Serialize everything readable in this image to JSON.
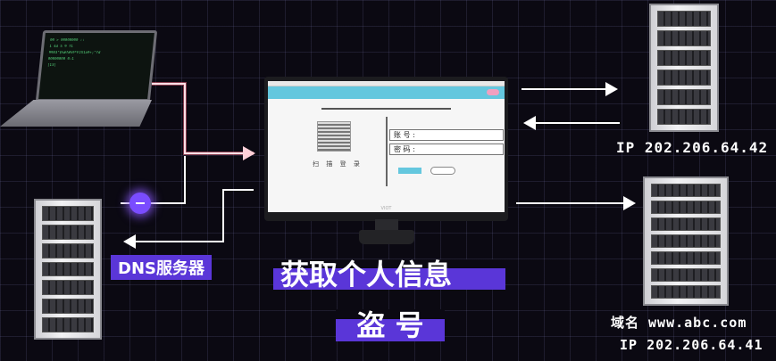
{
  "diagram": {
    "dns_label": "DNS服务器",
    "caption_main": "获取个人信息",
    "caption_sub": "盗 号",
    "server_top_ip": "IP 202.206.64.42",
    "server_bottom_domain": "域名 www.abc.com",
    "server_bottom_ip": "IP 202.206.64.41"
  },
  "monitor": {
    "account_label": "账 号 :",
    "password_label": "密 码 :",
    "scan_label": "扫 描 登 录",
    "brand": "VIOT"
  },
  "laptop": {
    "code_lines": [
      "00 > 00000000 ::",
      "1 4d 5 9 f1",
      "9983\"$%#f#%9*F2X1a9+;\"fd",
      "00000000 0:1",
      "[13]"
    ]
  },
  "colors": {
    "accent_purple": "#5a36d8",
    "wire_pink": "#ff6f8a",
    "login_blue": "#64c7de"
  }
}
